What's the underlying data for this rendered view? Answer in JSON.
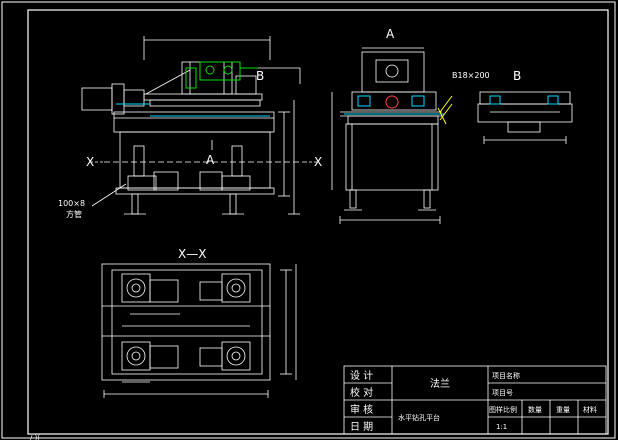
{
  "views": {
    "view_a_title": "A",
    "view_b_title": "B",
    "view_a_arrow": "A",
    "view_b_arrow": "B",
    "section_x_left": "X",
    "section_x_right": "X",
    "section_xx_title": "X—X",
    "leader_bolt": "B18×200",
    "leader_tube_size": "100×8",
    "leader_tube_name": "方管",
    "bottom_corner": "/ )("
  },
  "title_block": {
    "labels": [
      "设  计",
      "校  对",
      "审  核",
      "日  期"
    ],
    "part_name": "法兰",
    "drawing_name": "水平钻孔平台",
    "project_name_label": "项目名称",
    "project_no_label": "项目号",
    "col_scale": "图样比例",
    "col_count": "数量",
    "col_weight": "重量",
    "col_material": "材料",
    "scale_value": "1:1"
  },
  "colors": {
    "background": "#000000",
    "line": "#ffffff",
    "accent_green": "#00e000",
    "accent_cyan": "#00d8ff",
    "accent_yellow": "#ffff00"
  }
}
